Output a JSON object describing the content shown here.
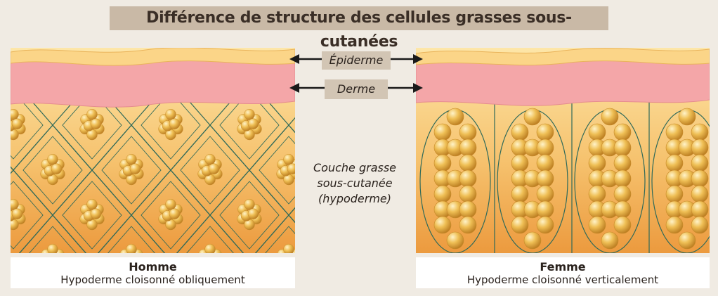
{
  "title": "Différence de structure des cellules grasses sous-cutanées",
  "labels": {
    "epidermis": "Épiderme",
    "dermis": "Derme",
    "fat_layer_line1": "Couche grasse",
    "fat_layer_line2": "sous-cutanée",
    "fat_layer_line3": "(hypoderme)"
  },
  "male": {
    "name": "Homme",
    "description": "Hypoderme cloisonné obliquement"
  },
  "female": {
    "name": "Femme",
    "description": "Hypoderme cloisonné verticalement"
  },
  "colors": {
    "epidermis": "#fbd588",
    "dermis": "#f4a6a8",
    "fat_top": "#fde6a8",
    "fat_bottom": "#ec9a3e",
    "septum": "#2f6a5a",
    "fat_cell": "#e2a53c"
  }
}
